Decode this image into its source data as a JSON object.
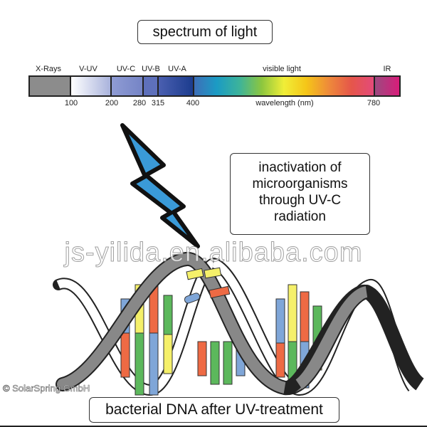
{
  "title": "spectrum of light",
  "spectrum": {
    "bands": [
      {
        "label": "X-Rays",
        "color": "#8c8c8c"
      },
      {
        "label": "V-UV",
        "color": "linear-gradient(90deg,#fff,#a9b3dc)"
      },
      {
        "label": "UV-C",
        "color": "linear-gradient(90deg,#8f9cd4,#7584c6)"
      },
      {
        "label": "UV-B",
        "color": "#5e70bb"
      },
      {
        "label": "UV-A",
        "color": "linear-gradient(90deg,#4a5fb0,#1c3c8e)"
      },
      {
        "label": "visible light",
        "color": "linear-gradient(90deg,#3e6fb8,#1b9bc4,#3cb39b,#8cc63f,#f0ee38,#f5c518,#ee8a3a,#e5564a,#e44a7a)"
      },
      {
        "label": "IR",
        "color": "linear-gradient(90deg,#9c4a80,#d81d7a)"
      }
    ],
    "ticks": [
      "100",
      "200",
      "280",
      "315",
      "400",
      "780"
    ],
    "axis_label": "wavelength (nm)"
  },
  "inactivation": {
    "lines": [
      "inactivation of",
      "microorganisms",
      "through UV-C",
      "radiation"
    ]
  },
  "dna_label": "bacterial DNA after UV-treatment",
  "watermark": "js-yilida.en.alibaba.com",
  "copyright": "© SolarSpring GmbH",
  "colors": {
    "blue": "#7fa6d8",
    "yellow": "#f5f06a",
    "red": "#ee6a44",
    "green": "#5cb85c",
    "strand": "#888888"
  }
}
